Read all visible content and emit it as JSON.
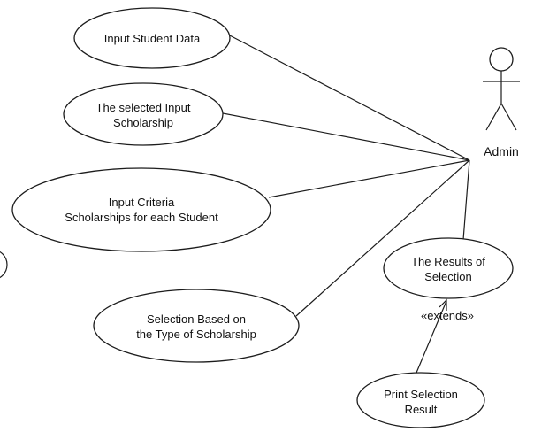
{
  "diagram": {
    "background": "#ffffff",
    "stroke_color": "#1c1c1c",
    "actor": {
      "name": "Admin"
    },
    "usecases": {
      "input_student_data": {
        "line1": "Input Student Data"
      },
      "selected_input_scholarship": {
        "line1": "The selected Input",
        "line2": "Scholarship"
      },
      "input_criteria": {
        "line1": "Input Criteria",
        "line2": "Scholarships for each Student"
      },
      "selection_based": {
        "line1": "Selection Based on",
        "line2": "the Type of Scholarship"
      },
      "results_of_selection": {
        "line1": "The Results of",
        "line2": "Selection"
      },
      "print_selection_result": {
        "line1": "Print Selection",
        "line2": "Result"
      }
    },
    "relationships": {
      "extends_label": "«extends»"
    }
  }
}
